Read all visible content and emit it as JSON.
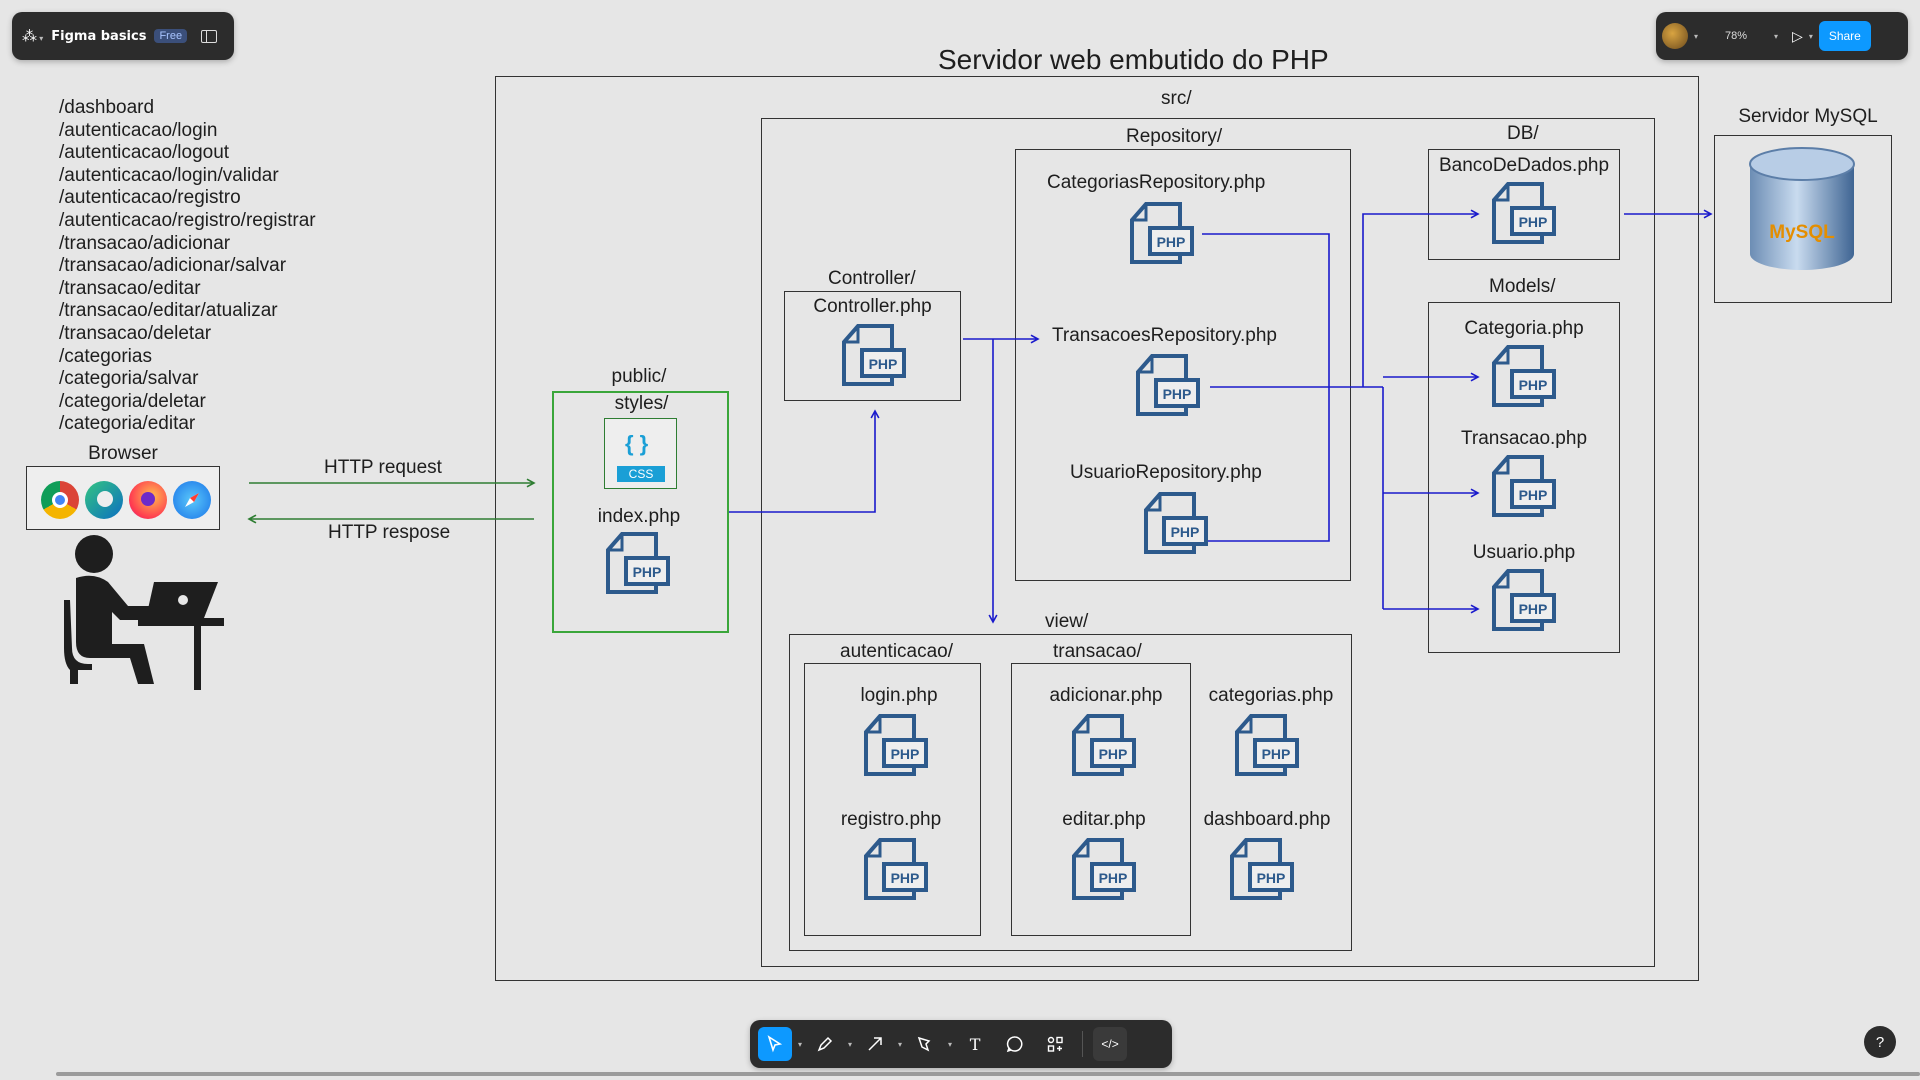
{
  "app": {
    "file_name": "Figma basics",
    "plan_badge": "Free",
    "zoom": "78%",
    "share_label": "Share"
  },
  "toolbar_icons": [
    "move-icon",
    "pencil-icon",
    "arrow-icon",
    "pen-icon",
    "text-icon",
    "comment-icon",
    "components-icon",
    "dev-mode-icon"
  ],
  "diagram": {
    "title": "Servidor web embutido do PHP",
    "routes": [
      "/dashboard",
      "/autenticacao/login",
      "/autenticacao/logout",
      "/autenticacao/login/validar",
      "/autenticacao/registro",
      "/autenticacao/registro/registrar",
      "/transacao/adicionar",
      "/transacao/adicionar/salvar",
      "/transacao/editar",
      "/transacao/editar/atualizar",
      "/transacao/deletar",
      "/categorias",
      "/categoria/salvar",
      "/categoria/deletar",
      "/categoria/editar"
    ],
    "browser_label": "Browser",
    "http_request": "HTTP request",
    "http_response": "HTTP respose",
    "public_folder": "public/",
    "styles_folder": "styles/",
    "css_label": "CSS",
    "index_file": "index.php",
    "src_folder": "src/",
    "controller_folder": "Controller/",
    "controller_file": "Controller.php",
    "repository_folder": "Repository/",
    "repo_files": [
      "CategoriasRepository.php",
      "TransacoesRepository.php",
      "UsuarioRepository.php"
    ],
    "db_folder": "DB/",
    "db_file": "BancoDeDados.php",
    "models_folder": "Models/",
    "model_files": [
      "Categoria.php",
      "Transacao.php",
      "Usuario.php"
    ],
    "view_folder": "view/",
    "auth_folder": "autenticacao/",
    "auth_files": [
      "login.php",
      "registro.php"
    ],
    "transacao_folder": "transacao/",
    "transacao_files": [
      "adicionar.php",
      "editar.php"
    ],
    "view_files": [
      "categorias.php",
      "dashboard.php"
    ],
    "mysql_label": "Servidor MySQL",
    "mysql_logo": "MySQL",
    "php_badge": "PHP",
    "colors": {
      "arrow_blue": "#1a1acc",
      "arrow_green": "#2e7d32",
      "public_box": "#3aa63a",
      "php_icon": "#2d5a8c"
    }
  }
}
